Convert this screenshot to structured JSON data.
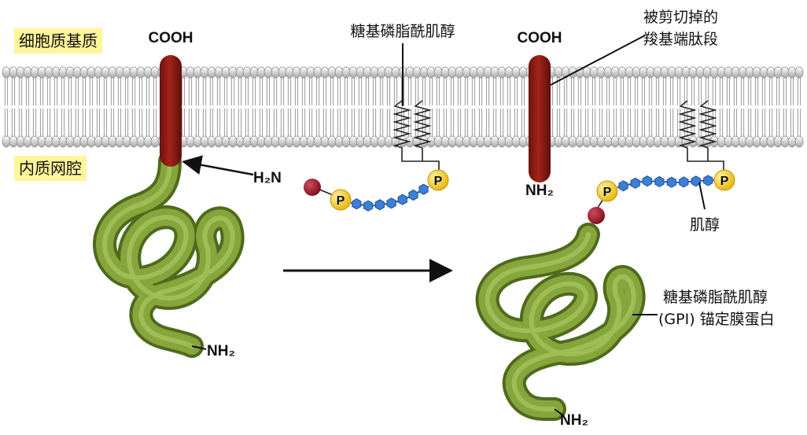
{
  "labels": {
    "cytoplasm": "细胞质基质",
    "er_lumen": "内质网腔",
    "cooh_left": "COOH",
    "cooh_right": "COOH",
    "h2n": "H₂N",
    "nh2_right_stub": "NH₂",
    "nh2_left_tail": "NH₂",
    "nh2_right_tail": "NH₂",
    "gpi_top": "糖基磷脂酰肌醇",
    "cleaved_line1": "被剪切掉的",
    "cleaved_line2": "羧基端肽段",
    "inositol": "肌醇",
    "gpi_protein_line1": "糖基磷脂酰肌醇",
    "gpi_protein_line2": "(GPI) 锚定膜蛋白",
    "phosphate": "P"
  },
  "colors": {
    "protein_green": "#7c9a35",
    "protein_dark": "#4f6a1c",
    "anchor_red": "#9b1c12",
    "phosphate_yellow": "#f4cd22",
    "sugar_blue": "#3d7fd6",
    "inositol_red": "#9a1a2c",
    "highlight": "#fff59a"
  }
}
